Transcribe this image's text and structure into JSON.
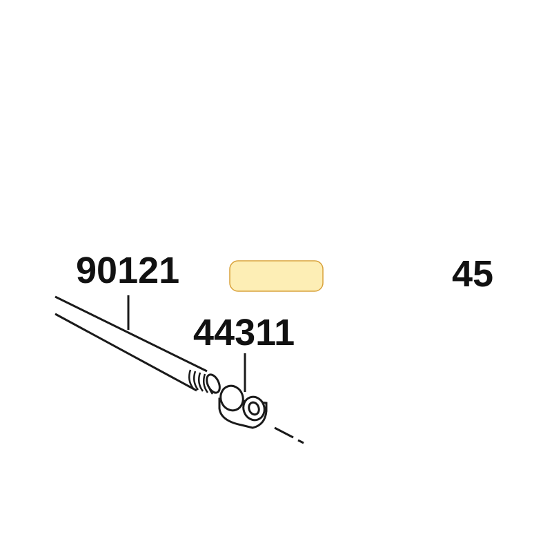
{
  "labels": {
    "rod": "90121",
    "spacer": "44311",
    "right": "45"
  },
  "highlight": {
    "fill": "#fdeeb5",
    "stroke": "#d9a23b"
  },
  "colors": {
    "line": "#1a1a1a",
    "background": "#ffffff"
  }
}
